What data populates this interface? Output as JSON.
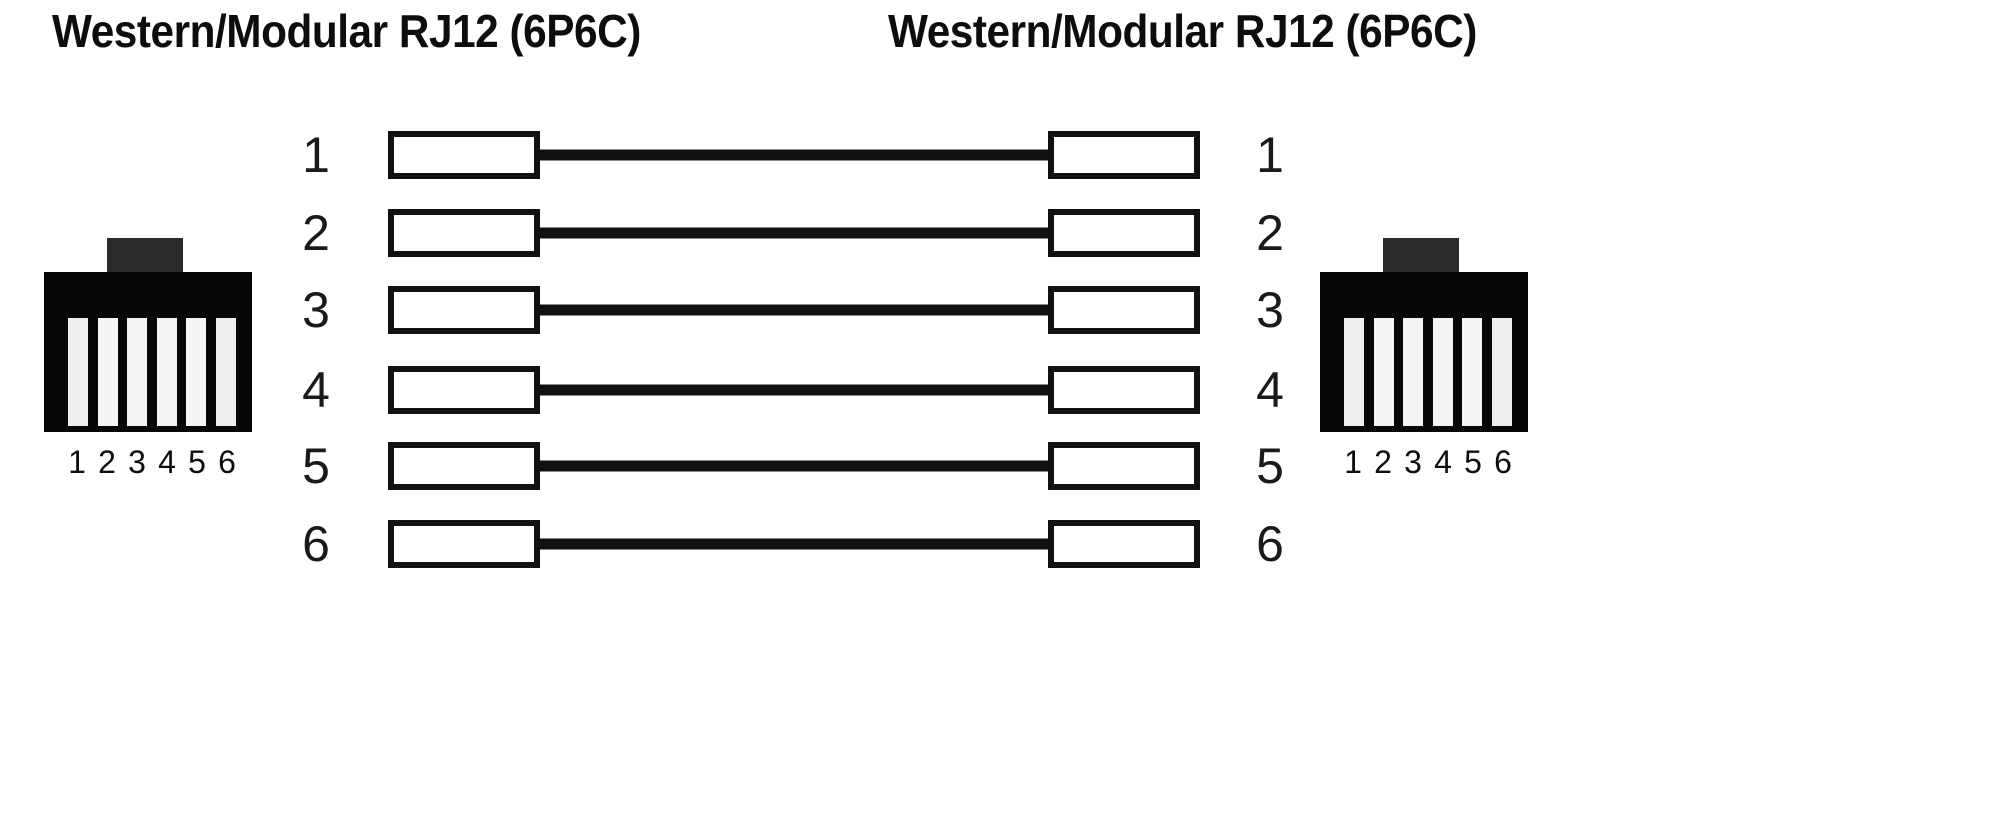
{
  "diagram": {
    "type": "rj12-straight-through-pinout",
    "background_color": "#ffffff",
    "line_color": "#111111",
    "connector_body_color": "#070707",
    "connector_tab_color": "#2b2b2b",
    "connector_pin_color": "#f4f4f4"
  },
  "titles": {
    "left": "Western/Modular RJ12 (6P6C)",
    "right": "Western/Modular RJ12 (6P6C)"
  },
  "connectors": {
    "left": {
      "name": "Western/Modular RJ12 (6P6C)",
      "pin_count": 6,
      "pin_labels": [
        "1",
        "2",
        "3",
        "4",
        "5",
        "6"
      ]
    },
    "right": {
      "name": "Western/Modular RJ12 (6P6C)",
      "pin_count": 6,
      "pin_labels": [
        "1",
        "2",
        "3",
        "4",
        "5",
        "6"
      ]
    }
  },
  "pin_rows": [
    {
      "left_pin": "1",
      "right_pin": "1"
    },
    {
      "left_pin": "2",
      "right_pin": "2"
    },
    {
      "left_pin": "3",
      "right_pin": "3"
    },
    {
      "left_pin": "4",
      "right_pin": "4"
    },
    {
      "left_pin": "5",
      "right_pin": "5"
    },
    {
      "left_pin": "6",
      "right_pin": "6"
    }
  ]
}
